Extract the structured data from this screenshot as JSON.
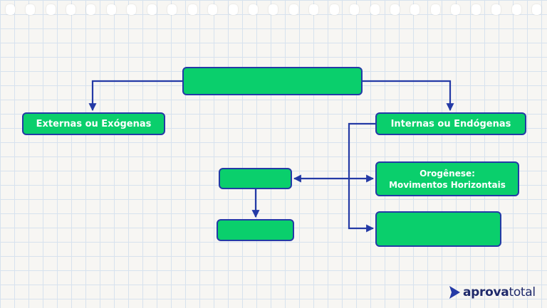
{
  "diagram": {
    "root_label": "",
    "left_branch": "Externas ou Exógenas",
    "right_branch": "Internas ou Endógenas",
    "orogenese_line1": "Orogênese:",
    "orogenese_line2": "Movimentos Horizontais",
    "second_internal_label": "",
    "middle_label": "",
    "lower_label": ""
  },
  "branding": {
    "logo_bold": "aprova",
    "logo_light": "total"
  },
  "colors": {
    "box_fill": "#0acf6c",
    "box_border": "#243aa6",
    "arrow": "#243aa6",
    "logo": "#1f2a6b"
  }
}
